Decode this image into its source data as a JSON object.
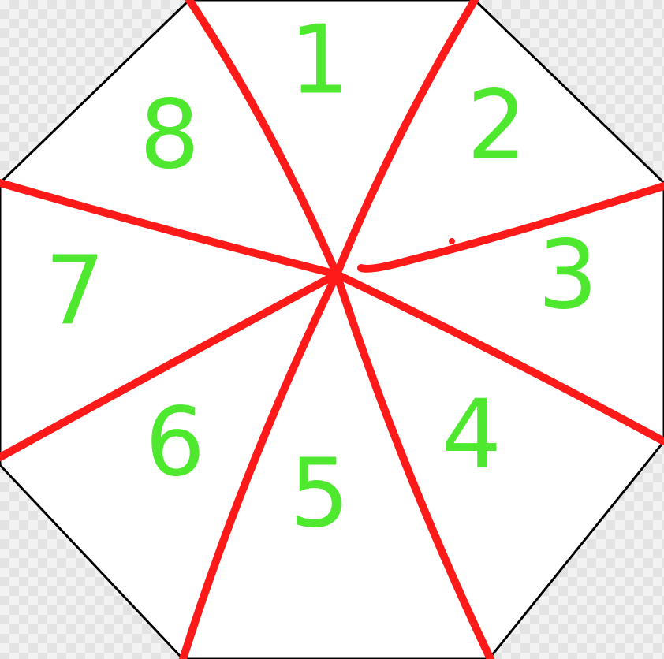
{
  "diagram": {
    "colors": {
      "octagon_fill": "#ffffff",
      "octagon_stroke": "#000000",
      "divider_stroke": "#ff1a1a",
      "label_fill": "#4ee82f",
      "background": "#f2f2f2"
    },
    "sector_labels": [
      "1",
      "2",
      "3",
      "4",
      "5",
      "6",
      "7",
      "8"
    ]
  }
}
